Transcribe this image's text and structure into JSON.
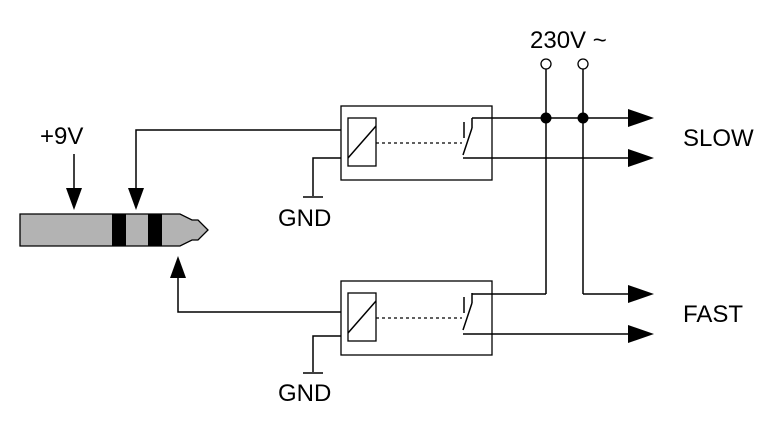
{
  "labels": {
    "supply_voltage": "+9V",
    "mains": "230V ~",
    "ground_top": "GND",
    "ground_bottom": "GND",
    "output_slow": "SLOW",
    "output_fast": "FAST"
  },
  "colors": {
    "line": "#000000",
    "plug_body": "#b3b3b3",
    "plug_ring": "#000000"
  },
  "components": {
    "plug": "3.5mm-stereo-jack-plug-icon",
    "relays": [
      "relay-slow",
      "relay-fast"
    ],
    "terminals": [
      "mains-terminal-left",
      "mains-terminal-right"
    ]
  }
}
